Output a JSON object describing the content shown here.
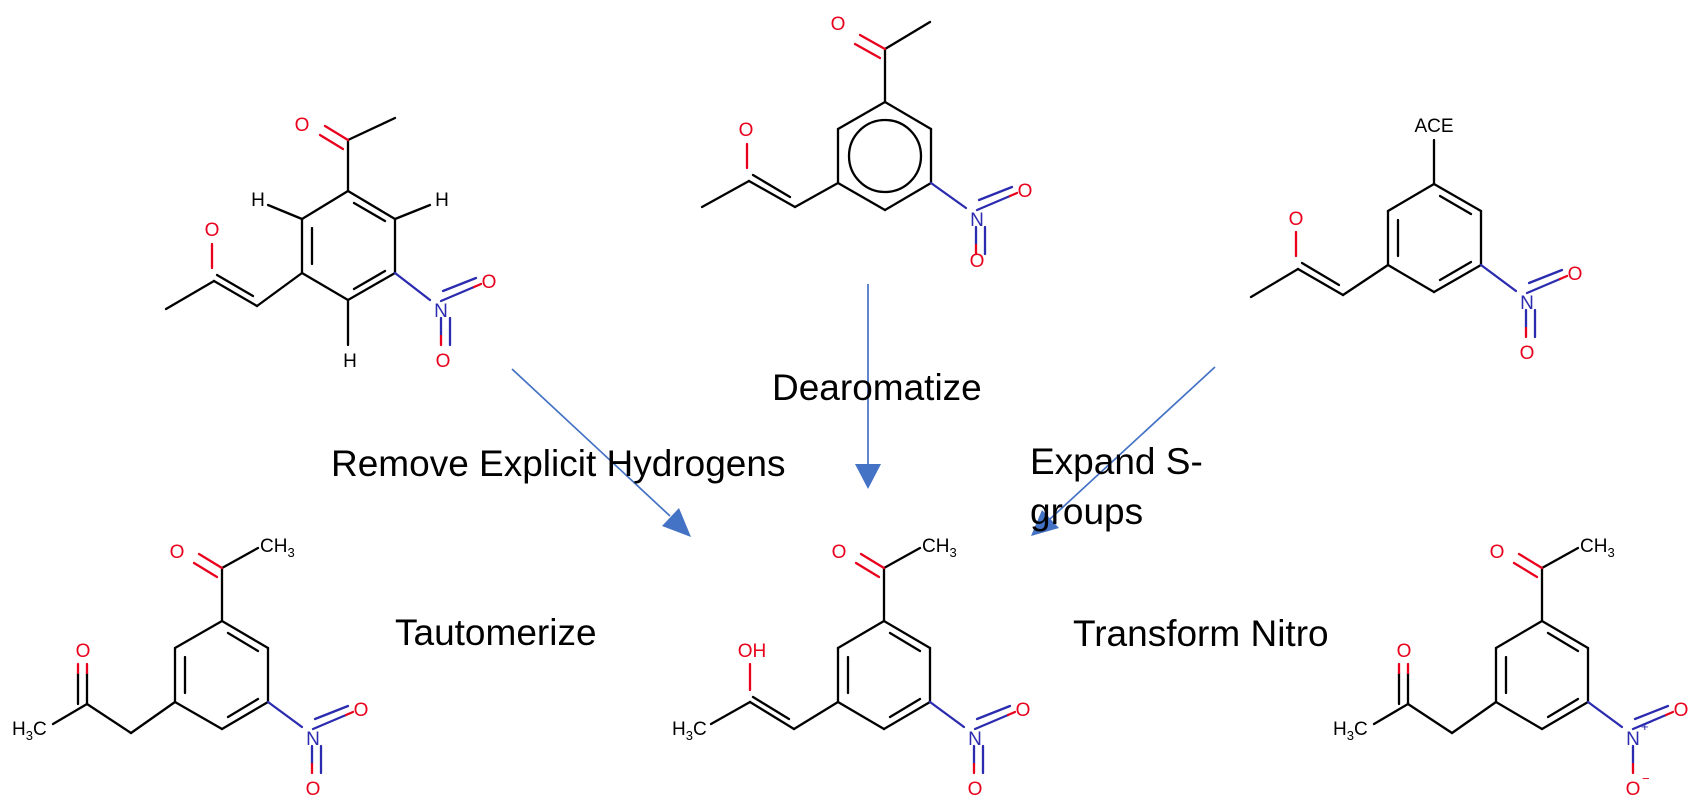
{
  "labels": {
    "dearomatize": "Dearomatize",
    "remove_h": "Remove Explicit Hydrogens",
    "expand_line1": "Expand S-",
    "expand_line2": "groups",
    "tautomerize": "Tautomerize",
    "transform_nitro": "Transform Nitro"
  },
  "atoms": {
    "O": "O",
    "N": "N",
    "H": "H",
    "OH": "OH",
    "ACE": "ACE",
    "C": "C",
    "H3": "3",
    "plus": "+",
    "minus": "−"
  },
  "colors": {
    "oxygen": "#e8001c",
    "nitrogen": "#2b2bb0",
    "arrow": "#4472c4",
    "bond": "#000000"
  }
}
